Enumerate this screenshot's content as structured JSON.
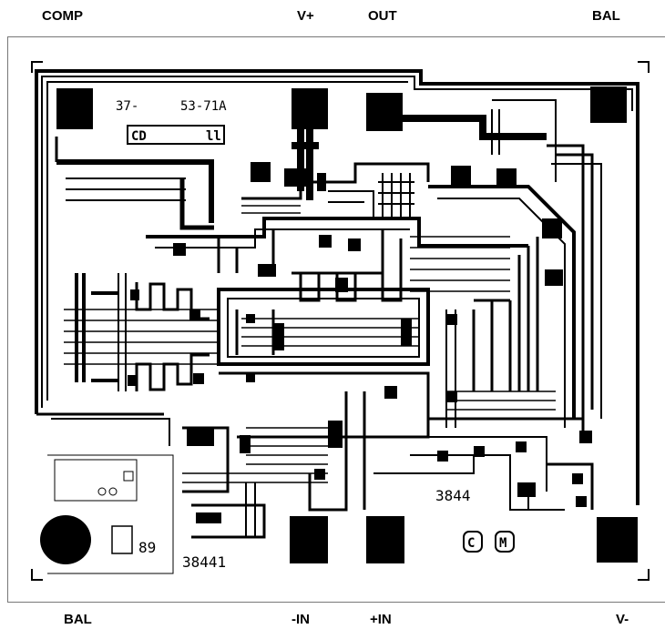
{
  "pins": {
    "comp": "COMP",
    "vplus": "V+",
    "out": "OUT",
    "bal_top": "BAL",
    "bal_bottom": "BAL",
    "minus_in": "-IN",
    "plus_in": "+IN",
    "vminus": "V-"
  },
  "die_labels": {
    "part_prefix": "37-",
    "part_code": "53-71A",
    "cd_box": "CD",
    "cd_box_mark": "ll",
    "num_right": "3844",
    "num_bottom": "38441",
    "year": "89",
    "logo_c": "C",
    "logo_m": "M"
  },
  "colors": {
    "metal": "#000000",
    "background": "#ffffff",
    "frame": "#777777"
  }
}
